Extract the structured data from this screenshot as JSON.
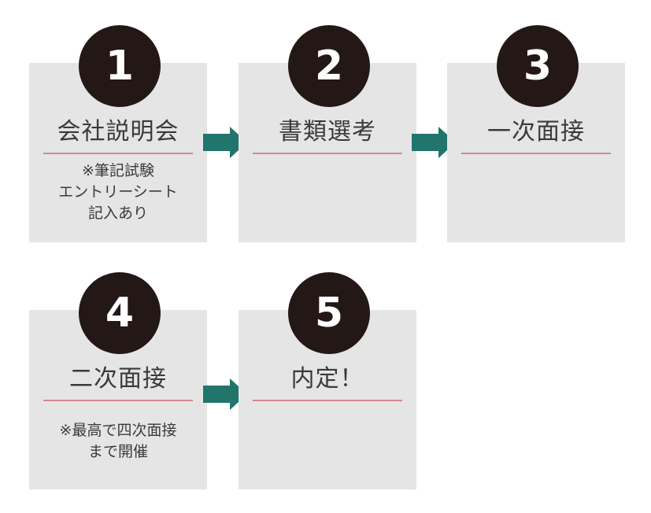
{
  "colors": {
    "box_background": "#e5e5e5",
    "badge_background": "#231815",
    "badge_text": "#ffffff",
    "underline": "#d08a94",
    "arrow": "#22756c",
    "text": "#3a3a3a"
  },
  "steps": [
    {
      "number": "1",
      "title": "会社説明会",
      "note": [
        "※筆記試験",
        "エントリーシート",
        "記入あり"
      ]
    },
    {
      "number": "2",
      "title": "書類選考"
    },
    {
      "number": "3",
      "title": "一次面接"
    },
    {
      "number": "4",
      "title": "二次面接",
      "note": [
        "※最高で四次面接",
        "まで開催"
      ]
    },
    {
      "number": "5",
      "title": "内定！"
    }
  ],
  "arrows": [
    {
      "icon": "right-arrow-icon"
    },
    {
      "icon": "right-arrow-icon"
    },
    {
      "icon": "right-arrow-icon"
    }
  ]
}
